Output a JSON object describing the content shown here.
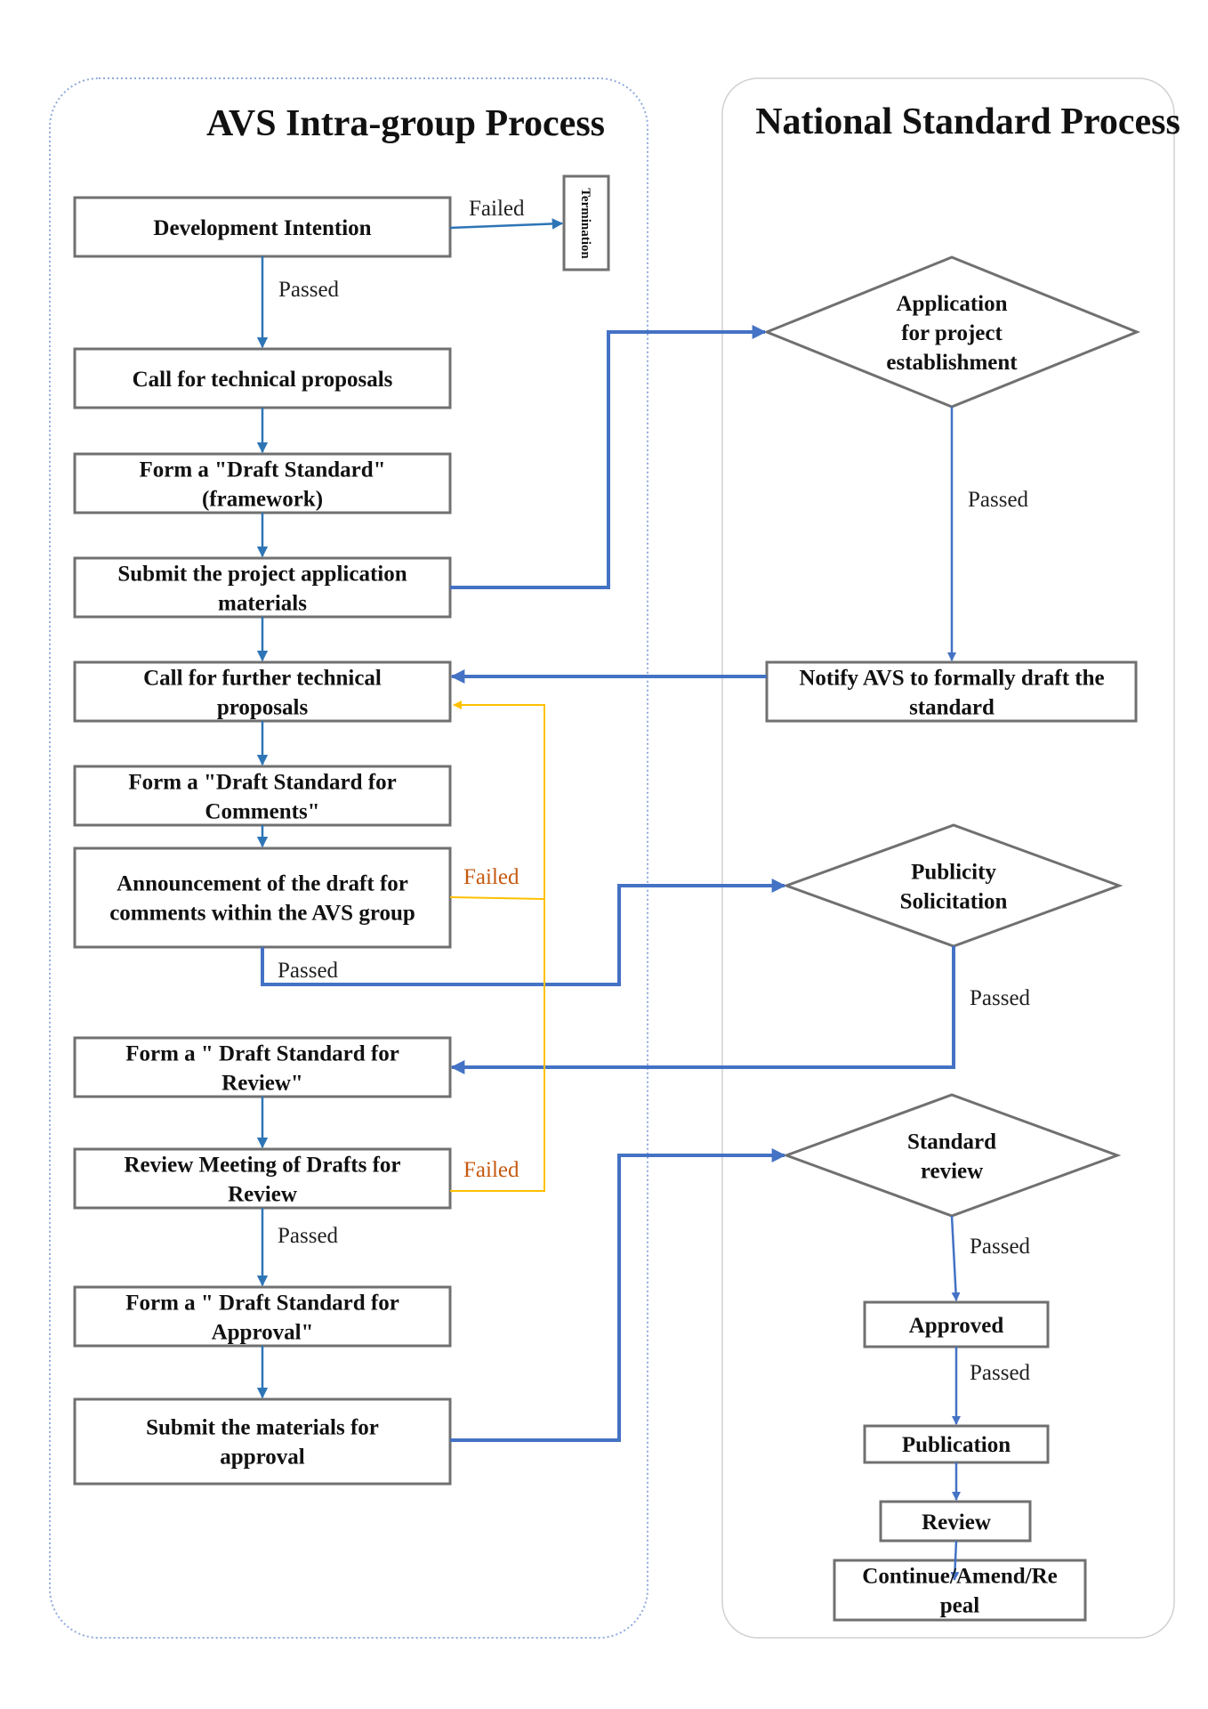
{
  "panels": {
    "left_title": "AVS Intra-group Process",
    "right_title": "National Standard Process"
  },
  "left_nodes": [
    "Development Intention",
    "Call for technical proposals",
    "Form a \"Draft Standard\"\n(framework)",
    "Submit the project application\nmaterials",
    "Call for further technical\nproposals",
    "Form a \"Draft Standard for\nComments\"",
    "Announcement of the draft for\ncomments within the AVS group",
    "Form a \" Draft Standard for\nReview\"",
    "Review Meeting of Drafts for\nReview",
    "Form a \" Draft Standard for\nApproval\"",
    "Submit the materials for\napproval"
  ],
  "termination": "Termination",
  "right_nodes": {
    "application": "Application\nfor project\nestablishment",
    "notify": "Notify AVS to formally draft the\nstandard",
    "publicity": "Publicity\nSolicitation",
    "standard_review": "Standard\nreview",
    "approved": "Approved",
    "publication": "Publication",
    "review": "Review",
    "continue": "Continue/Amend/Re\npeal"
  },
  "edge_labels": {
    "failed": "Failed",
    "passed": "Passed"
  },
  "colors": {
    "box_stroke": "#707070",
    "arrow_thin": "#2e75b6",
    "arrow_thick": "#4472c4",
    "failed_line": "#ffc000",
    "failed_label": "#c55a11",
    "panel_left": "#8faadc",
    "panel_right": "#d0d0d0"
  }
}
